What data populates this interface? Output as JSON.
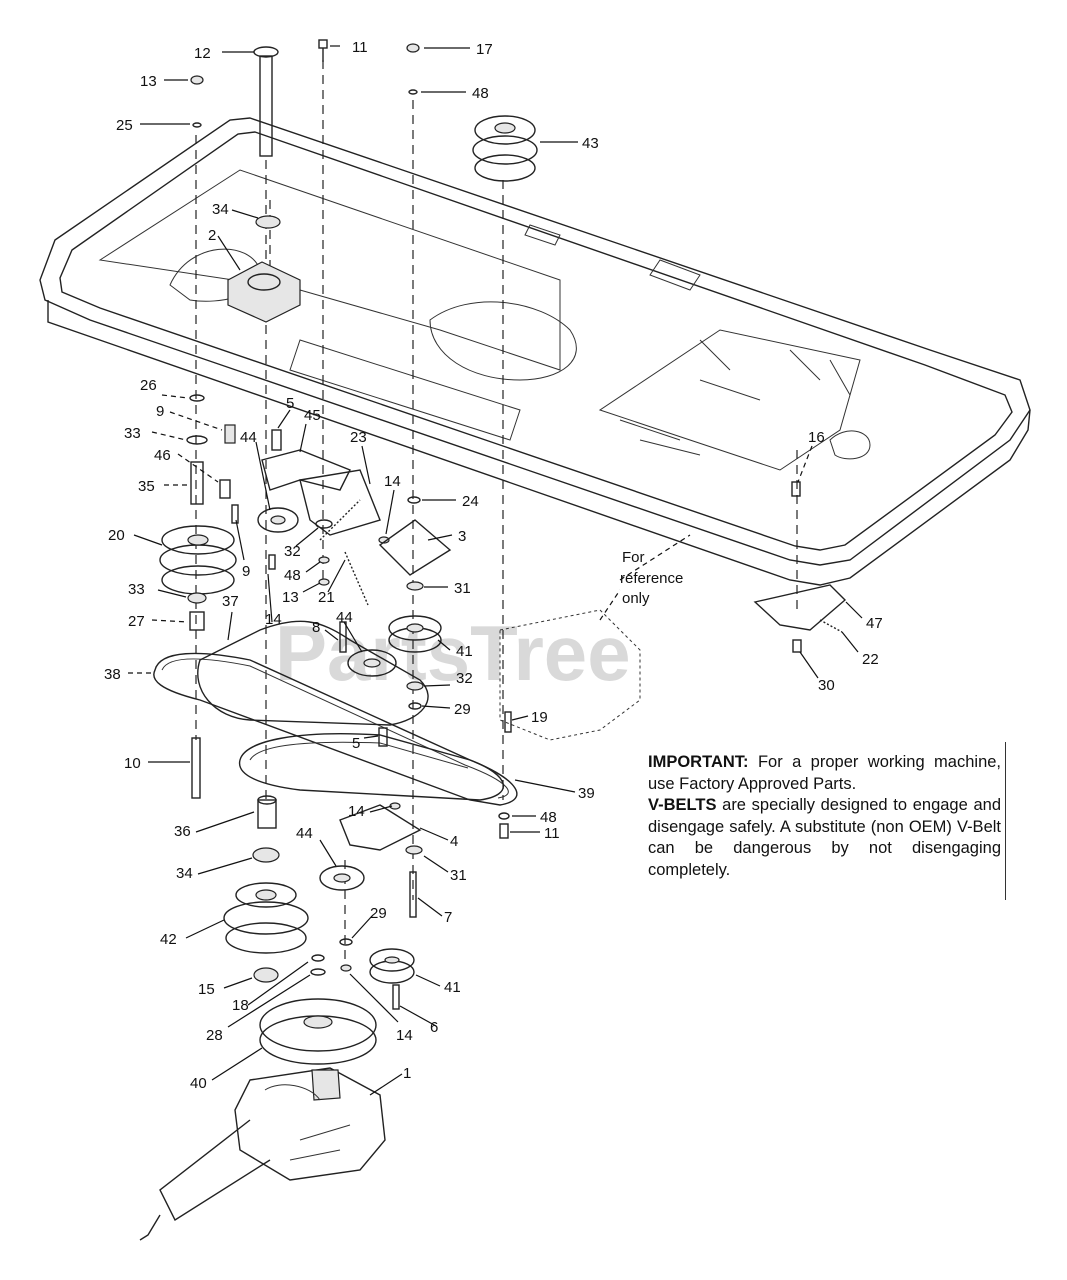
{
  "watermark": "PartsTree",
  "reference_note": [
    "For",
    "reference",
    "only"
  ],
  "notice": {
    "important_label": "IMPORTANT:",
    "important_text": "For a proper working machine, use Factory Approved Parts.",
    "vbelts_label": "V-BELTS",
    "vbelts_text": "are specially designed to engage and disengage safely. A substitute (non OEM) V-Belt can be dangerous by not disengaging completely."
  },
  "callouts": {
    "c12": "12",
    "c11a": "11",
    "c17": "17",
    "c13a": "13",
    "c48a": "48",
    "c25": "25",
    "c43": "43",
    "c34a": "34",
    "c2": "2",
    "c26": "26",
    "c9a": "9",
    "c5a": "5",
    "c45": "45",
    "c33a": "33",
    "c46": "46",
    "c44a": "44",
    "c23": "23",
    "c14a": "14",
    "c24": "24",
    "c35": "35",
    "c3": "3",
    "c20": "20",
    "c32a": "32",
    "c9b": "9",
    "c48b": "48",
    "c13b": "13",
    "c21": "21",
    "c31a": "31",
    "c33b": "33",
    "c37": "37",
    "c14b": "14",
    "c27": "27",
    "c8": "8",
    "c44b": "44",
    "c41a": "41",
    "c38": "38",
    "c32b": "32",
    "c29a": "29",
    "c5b": "5",
    "c19": "19",
    "c16": "16",
    "c47": "47",
    "c22": "22",
    "c30": "30",
    "c10": "10",
    "c39": "39",
    "c48c": "48",
    "c11b": "11",
    "c36": "36",
    "c14c": "14",
    "c4": "4",
    "c44c": "44",
    "c34b": "34",
    "c31b": "31",
    "c7": "7",
    "c42": "42",
    "c29b": "29",
    "c15": "15",
    "c41b": "41",
    "c18": "18",
    "c28": "28",
    "c14d": "14",
    "c6": "6",
    "c40": "40",
    "c1": "1"
  }
}
